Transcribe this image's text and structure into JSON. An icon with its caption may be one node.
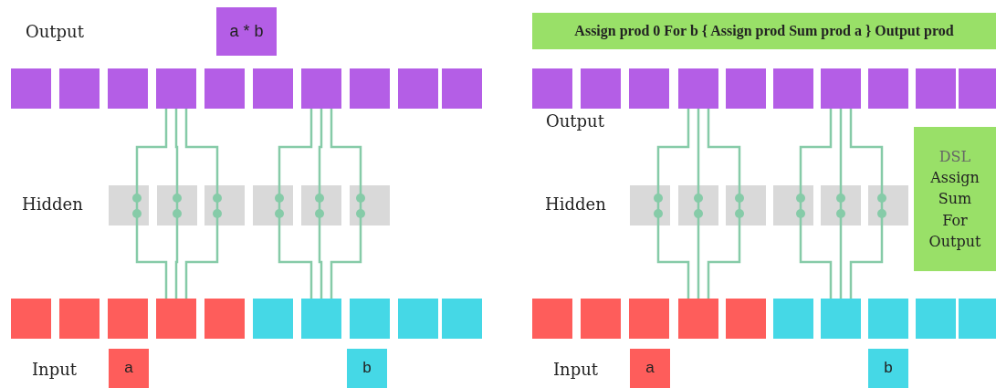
{
  "diagram": {
    "nodes": [
      {
        "text": [
          "a * b"
        ]
      },
      {
        "text": [],
        "shape": "box"
      },
      {
        "text": [],
        "shape": "box"
      },
      {
        "text": [],
        "shape": "box"
      },
      {
        "text": [],
        "shape": "box"
      },
      {
        "text": [],
        "shape": "box"
      },
      {
        "text": [],
        "shape": "box"
      },
      {
        "text": [],
        "shape": "box"
      },
      {
        "text": [],
        "shape": "box"
      },
      {
        "text": [],
        "shape": "box"
      },
      {
        "text": [],
        "shape": "box"
      },
      {
        "text": [],
        "shape": "box"
      },
      {
        "text": [],
        "shape": "box"
      },
      {
        "text": [],
        "shape": "box"
      },
      {
        "text": [],
        "shape": "box"
      },
      {
        "text": [],
        "shape": "box"
      },
      {
        "text": [],
        "shape": "box"
      },
      {
        "text": [],
        "shape": "box"
      },
      {
        "text": [],
        "shape": "box"
      },
      {
        "text": [],
        "shape": "box"
      },
      {
        "text": [],
        "shape": "box"
      },
      {
        "text": [],
        "shape": "box"
      },
      {
        "text": [],
        "shape": "box"
      },
      {
        "text": [],
        "shape": "box"
      },
      {
        "text": [],
        "shape": "box"
      },
      {
        "text": [],
        "shape": "box"
      },
      {
        "text": [],
        "shape": "box"
      },
      {
        "text": [
          "a"
        ]
      },
      {
        "text": [
          "b"
        ]
      },
      {
        "text": [
          "Assign prod 0 For b { Assign prod Sum prod a } Output prod"
        ]
      },
      {
        "text": [],
        "shape": "box"
      },
      {
        "text": [],
        "shape": "box"
      },
      {
        "text": [],
        "shape": "box"
      },
      {
        "text": [],
        "shape": "box"
      },
      {
        "text": [],
        "shape": "box"
      },
      {
        "text": [],
        "shape": "box"
      },
      {
        "text": [],
        "shape": "box"
      },
      {
        "text": [],
        "shape": "box"
      },
      {
        "text": [],
        "shape": "box"
      },
      {
        "text": [],
        "shape": "box"
      },
      {
        "text": [],
        "shape": "box"
      },
      {
        "text": [],
        "shape": "box"
      },
      {
        "text": [],
        "shape": "box"
      },
      {
        "text": [],
        "shape": "box"
      },
      {
        "text": [],
        "shape": "box"
      },
      {
        "text": [],
        "shape": "box"
      },
      {
        "text": [],
        "shape": "box"
      },
      {
        "text": [],
        "shape": "box"
      },
      {
        "text": [],
        "shape": "box"
      },
      {
        "text": [],
        "shape": "box"
      },
      {
        "text": [],
        "shape": "box"
      },
      {
        "text": [],
        "shape": "box"
      },
      {
        "text": [],
        "shape": "box"
      },
      {
        "text": [],
        "shape": "box"
      },
      {
        "text": [],
        "shape": "box"
      },
      {
        "text": [],
        "shape": "box"
      },
      {
        "text": [
          "DSL",
          "Assign Sum For Output"
        ]
      },
      {
        "text": [
          "a"
        ]
      },
      {
        "text": [
          "b"
        ]
      }
    ],
    "edges": [
      {
        "from": 4,
        "to": 11,
        "arrow": "none"
      },
      {
        "from": 4,
        "to": 12,
        "arrow": "none"
      },
      {
        "from": 4,
        "to": 13,
        "arrow": "none"
      },
      {
        "from": 11,
        "to": 20,
        "arrow": "none"
      },
      {
        "from": 12,
        "to": 20,
        "arrow": "none"
      },
      {
        "from": 13,
        "to": 20,
        "arrow": "none"
      },
      {
        "from": 7,
        "to": 14,
        "arrow": "none"
      },
      {
        "from": 7,
        "to": 15,
        "arrow": "none"
      },
      {
        "from": 7,
        "to": 16,
        "arrow": "none"
      },
      {
        "from": 14,
        "to": 23,
        "arrow": "none"
      },
      {
        "from": 15,
        "to": 23,
        "arrow": "none"
      },
      {
        "from": 16,
        "to": 23,
        "arrow": "none"
      },
      {
        "from": 33,
        "to": 40,
        "arrow": "none"
      },
      {
        "from": 33,
        "to": 41,
        "arrow": "none"
      },
      {
        "from": 33,
        "to": 42,
        "arrow": "none"
      },
      {
        "from": 40,
        "to": 49,
        "arrow": "none"
      },
      {
        "from": 41,
        "to": 49,
        "arrow": "none"
      },
      {
        "from": 42,
        "to": 49,
        "arrow": "none"
      },
      {
        "from": 36,
        "to": 43,
        "arrow": "none"
      },
      {
        "from": 36,
        "to": 44,
        "arrow": "none"
      },
      {
        "from": 36,
        "to": 45,
        "arrow": "none"
      },
      {
        "from": 43,
        "to": 52,
        "arrow": "none"
      },
      {
        "from": 44,
        "to": 52,
        "arrow": "none"
      },
      {
        "from": 45,
        "to": 52,
        "arrow": "none"
      }
    ],
    "labels": [
      "Output",
      "Hidden",
      "Input",
      "Output",
      "Hidden",
      "Input"
    ]
  }
}
